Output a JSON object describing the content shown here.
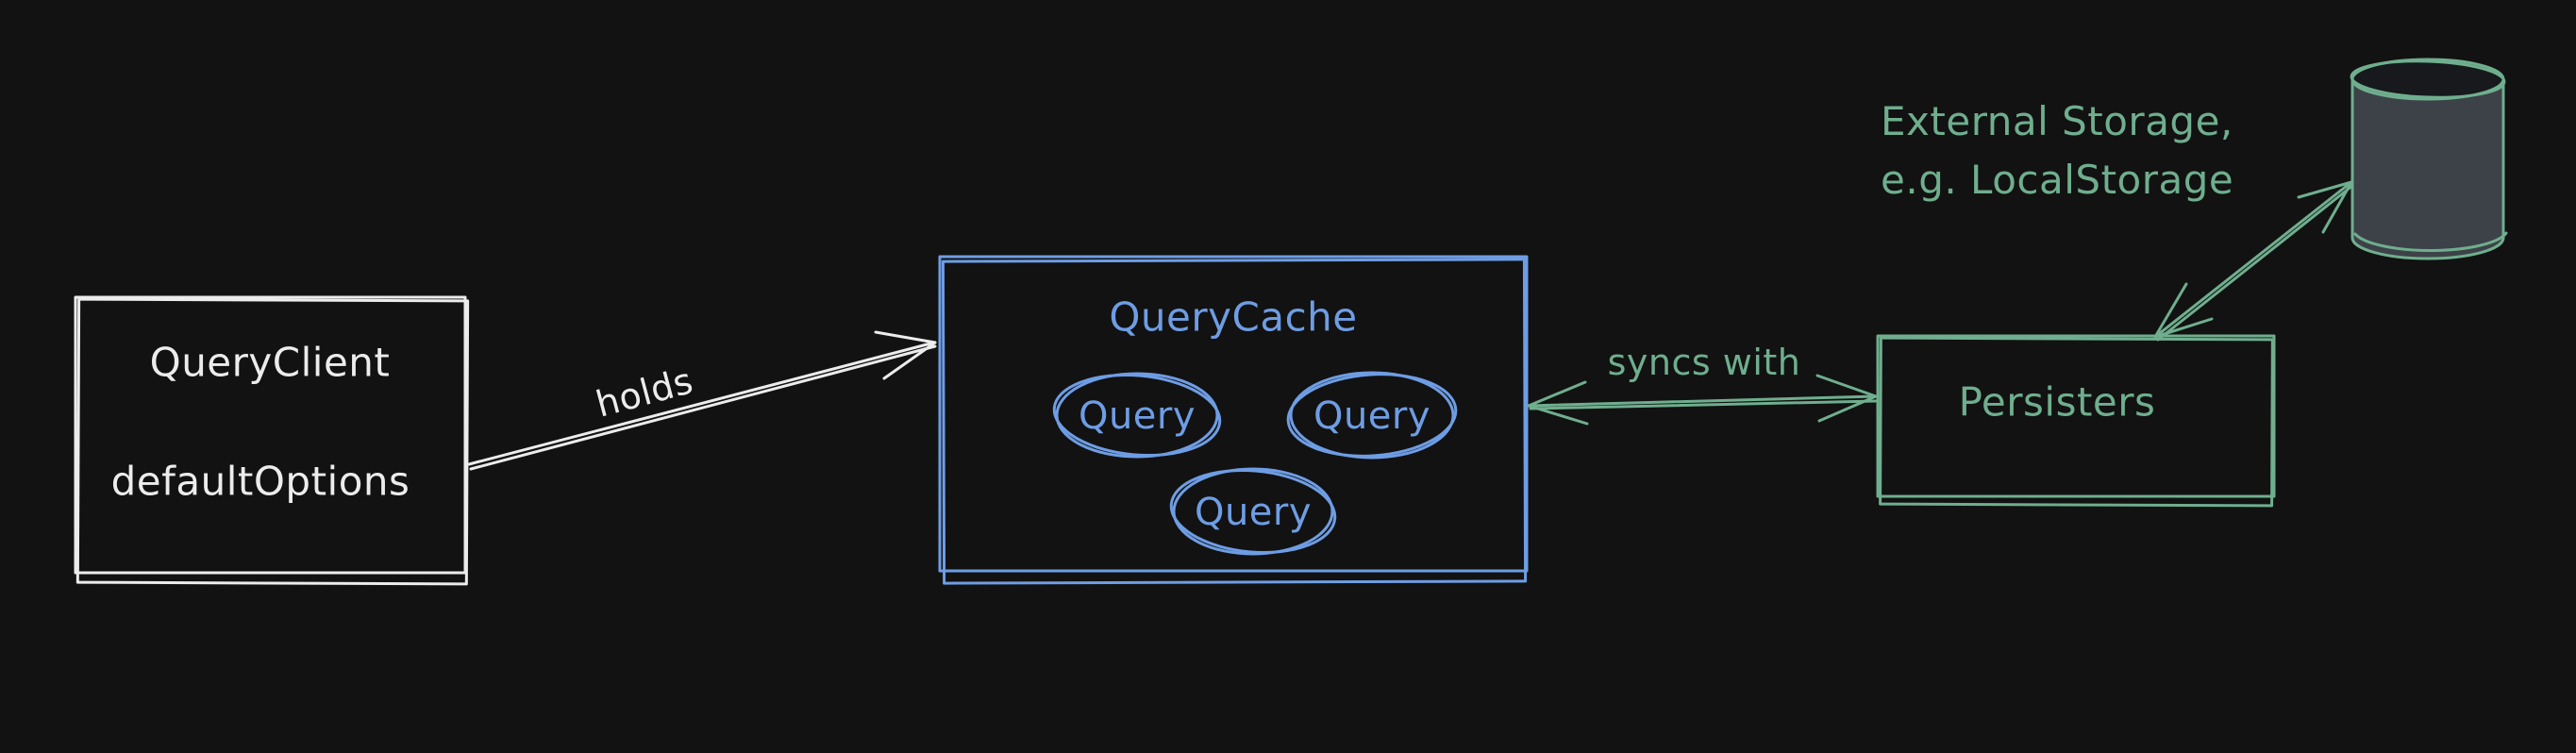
{
  "background": "#121212",
  "colors": {
    "white": "#ececec",
    "blue": "#6e9de4",
    "green": "#6fae8e",
    "cylinder_fill": "#3d4248",
    "cylinder_top_fill": "#17191c"
  },
  "nodes": {
    "query_client": {
      "title": "QueryClient",
      "subtitle": "defaultOptions"
    },
    "query_cache": {
      "title": "QueryCache",
      "queries": [
        "Query",
        "Query",
        "Query"
      ]
    },
    "persisters": {
      "title": "Persisters"
    },
    "external_storage": {
      "label_line1": "External Storage,",
      "label_line2": "e.g. LocalStorage"
    }
  },
  "edges": {
    "holds": {
      "label": "holds",
      "from": "query_client",
      "to": "query_cache",
      "direction": "one-way"
    },
    "syncs_with": {
      "label": "syncs with",
      "from": "query_cache",
      "to": "persisters",
      "direction": "two-way"
    },
    "persist": {
      "label": "",
      "from": "persisters",
      "to": "external_storage",
      "direction": "two-way"
    }
  }
}
